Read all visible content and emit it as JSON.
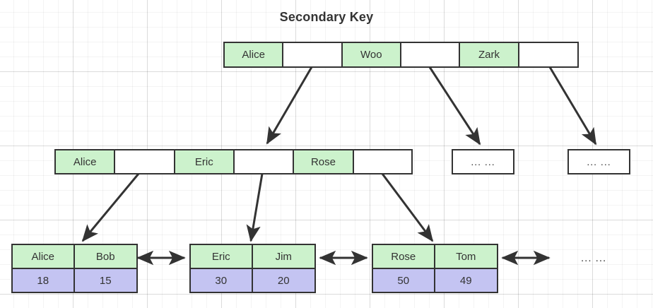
{
  "diagram": {
    "title": "Secondary Key",
    "colors": {
      "key_fill": "#ccf2cc",
      "value_fill": "#c4c4f2",
      "pointer_fill": "#ffffff",
      "stroke": "#333333",
      "title_color": "#333333",
      "grid": "#e8e8e8"
    },
    "root_node": {
      "cells": [
        {
          "label": "Alice",
          "type": "key"
        },
        {
          "label": "",
          "type": "pointer"
        },
        {
          "label": "Woo",
          "type": "key"
        },
        {
          "label": "",
          "type": "pointer"
        },
        {
          "label": "Zark",
          "type": "key"
        },
        {
          "label": "",
          "type": "pointer"
        }
      ]
    },
    "internal_node": {
      "cells": [
        {
          "label": "Alice",
          "type": "key"
        },
        {
          "label": "",
          "type": "pointer"
        },
        {
          "label": "Eric",
          "type": "key"
        },
        {
          "label": "",
          "type": "pointer"
        },
        {
          "label": "Rose",
          "type": "key"
        },
        {
          "label": "",
          "type": "pointer"
        }
      ]
    },
    "internal_placeholders": [
      {
        "label": "... ..."
      },
      {
        "label": "... ..."
      }
    ],
    "leaf_nodes": [
      {
        "keys": [
          "Alice",
          "Bob"
        ],
        "values": [
          "18",
          "15"
        ]
      },
      {
        "keys": [
          "Eric",
          "Jim"
        ],
        "values": [
          "30",
          "20"
        ]
      },
      {
        "keys": [
          "Rose",
          "Tom"
        ],
        "values": [
          "50",
          "49"
        ]
      }
    ],
    "leaf_trailing_ellipsis": "... ..."
  }
}
